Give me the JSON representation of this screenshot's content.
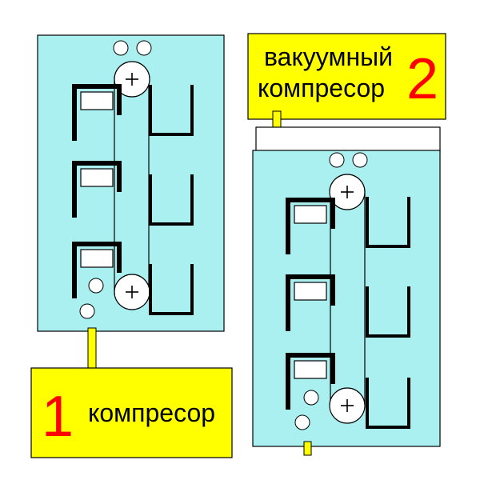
{
  "labels": {
    "compressor_number": "1",
    "compressor_text": "компресор",
    "vacuum_number": "2",
    "vacuum_line1": "вакуумный",
    "vacuum_line2": "компресор"
  },
  "colors": {
    "tank_fill": "#aaf0f0",
    "label_fill": "#ffff00",
    "number_color": "#ff0000",
    "background": "#ffffff"
  }
}
